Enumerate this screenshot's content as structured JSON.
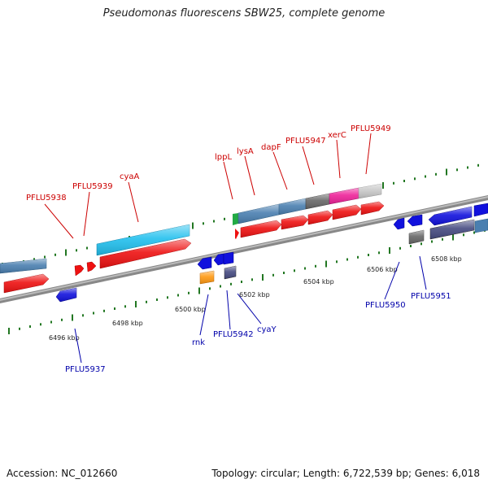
{
  "title": "Pseudomonas fluorescens SBW25, complete genome",
  "footer": {
    "accession": "Accession: NC_012660",
    "summary": "Topology: circular; Length: 6,722,539 bp; Genes: 6,018"
  },
  "scale": {
    "unit": "kbp",
    "ticks": [
      "6496 kbp",
      "6498 kbp",
      "6500 kbp",
      "6502 kbp",
      "6504 kbp",
      "6506 kbp",
      "6508 kbp"
    ]
  },
  "strand_colors": {
    "plus": "#ee1111",
    "minus": "#1111dd",
    "steel": "#4a7fb0",
    "cyan": "#22c0ee",
    "gray": "#666666",
    "magenta": "#ee2299",
    "lightgray": "#c8c8c8",
    "orange": "#ff9911",
    "slate": "#454a80",
    "tick": "#227722"
  },
  "plus_strand_labels": [
    "PFLU5938",
    "PFLU5939",
    "cyaA",
    "lppL",
    "lysA",
    "dapF",
    "PFLU5947",
    "xerC",
    "PFLU5949"
  ],
  "minus_strand_labels": [
    "PFLU5937",
    "rnk",
    "PFLU5942",
    "cyaY",
    "PFLU5950",
    "PFLU5951"
  ]
}
